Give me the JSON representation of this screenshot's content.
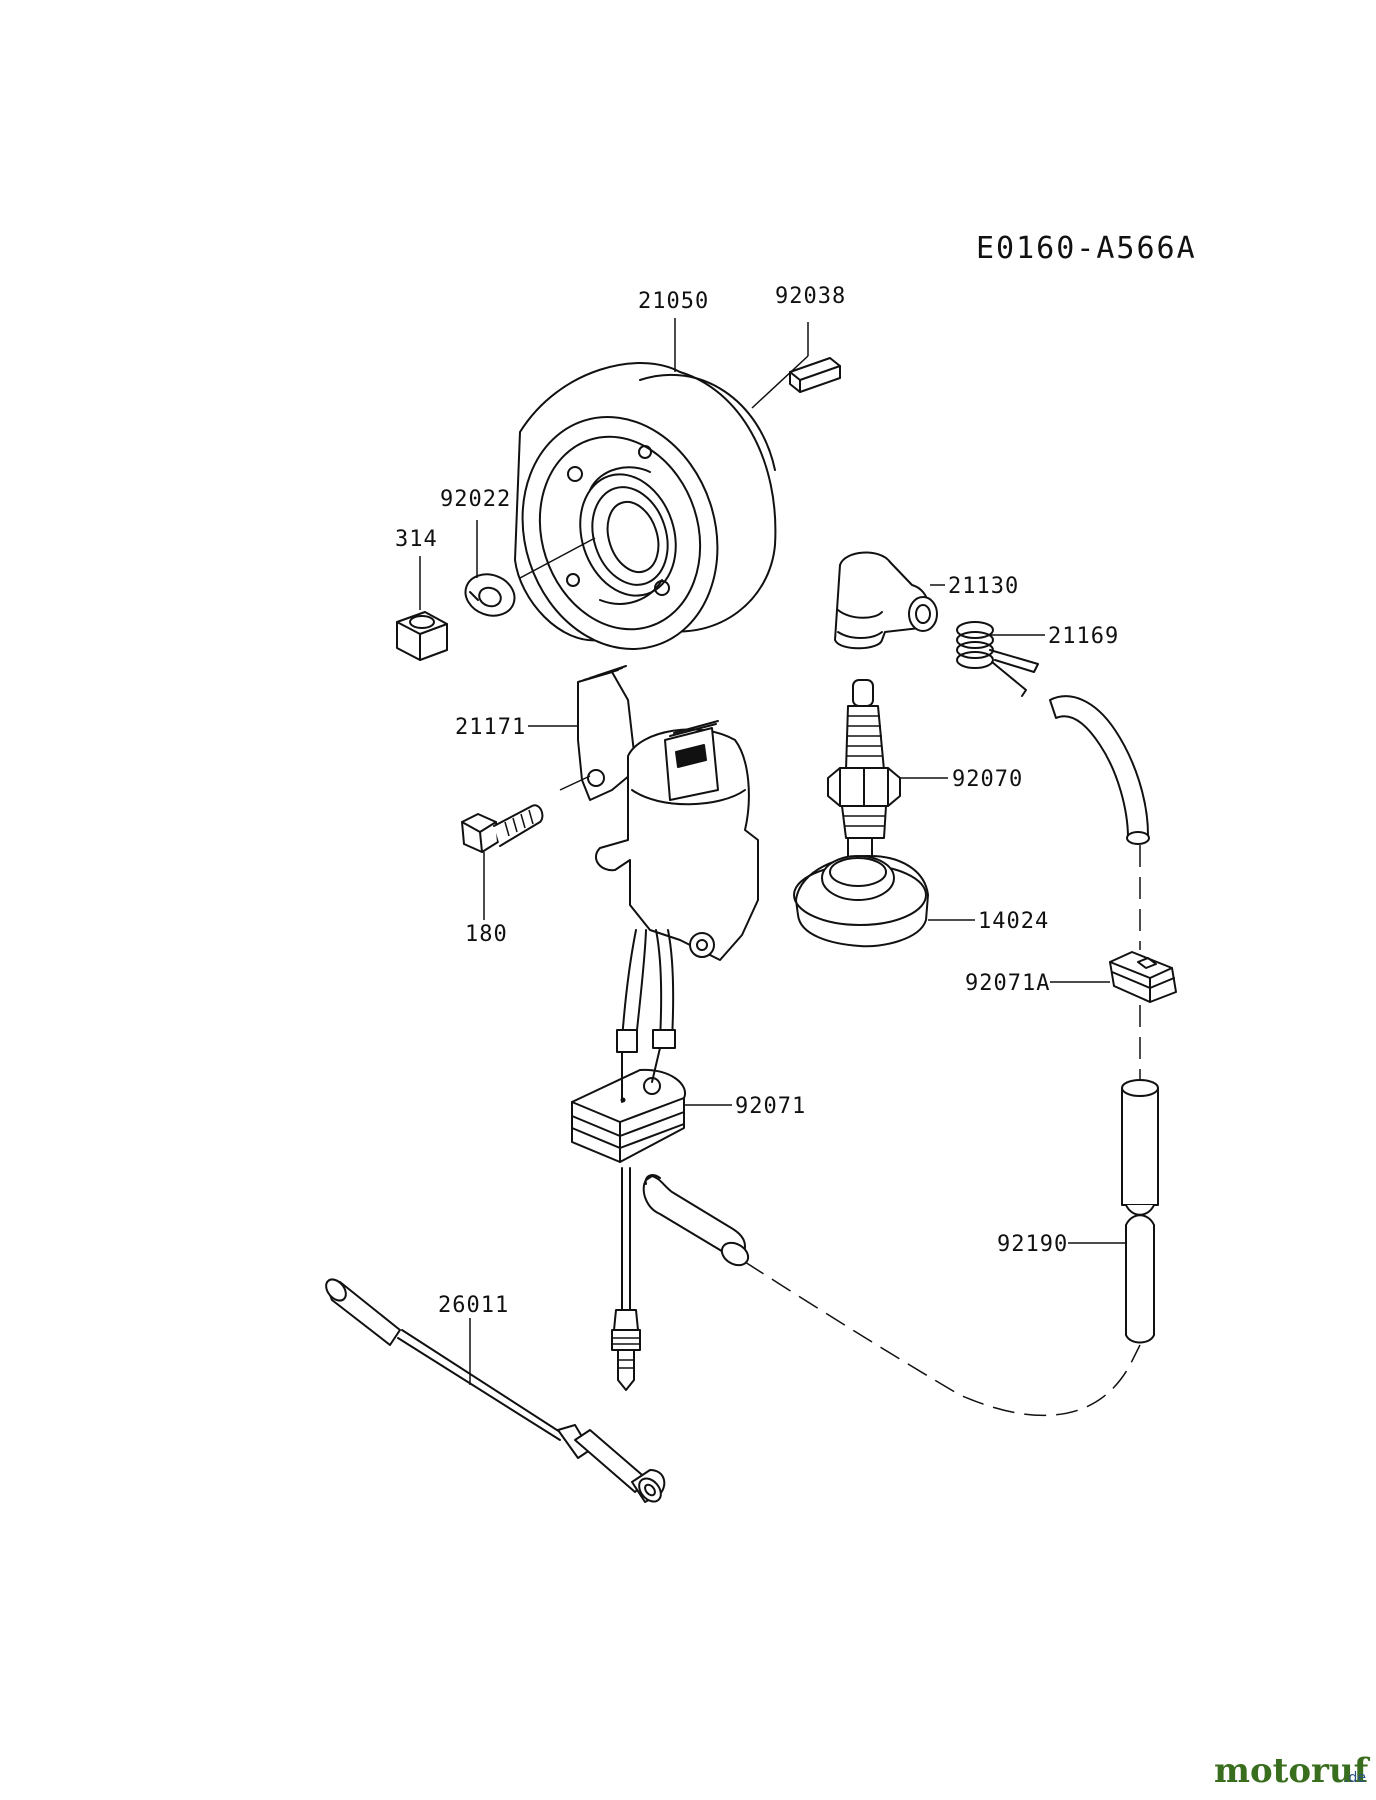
{
  "diagram_code": "E0160-A566A",
  "parts": {
    "p21050": "21050",
    "p92038": "92038",
    "p92022": "92022",
    "p314": "314",
    "p21130": "21130",
    "p21169": "21169",
    "p21171": "21171",
    "p92070": "92070",
    "p180": "180",
    "p14024": "14024",
    "p92071A": "92071A",
    "p92071": "92071",
    "p92190": "92190",
    "p26011": "26011"
  },
  "watermark": {
    "brand_main": "motoruf",
    "brand_tld": ".de",
    "color_m": "#3a6e1f",
    "color_o": "#b07a10",
    "color_dark": "#2b4f86"
  }
}
